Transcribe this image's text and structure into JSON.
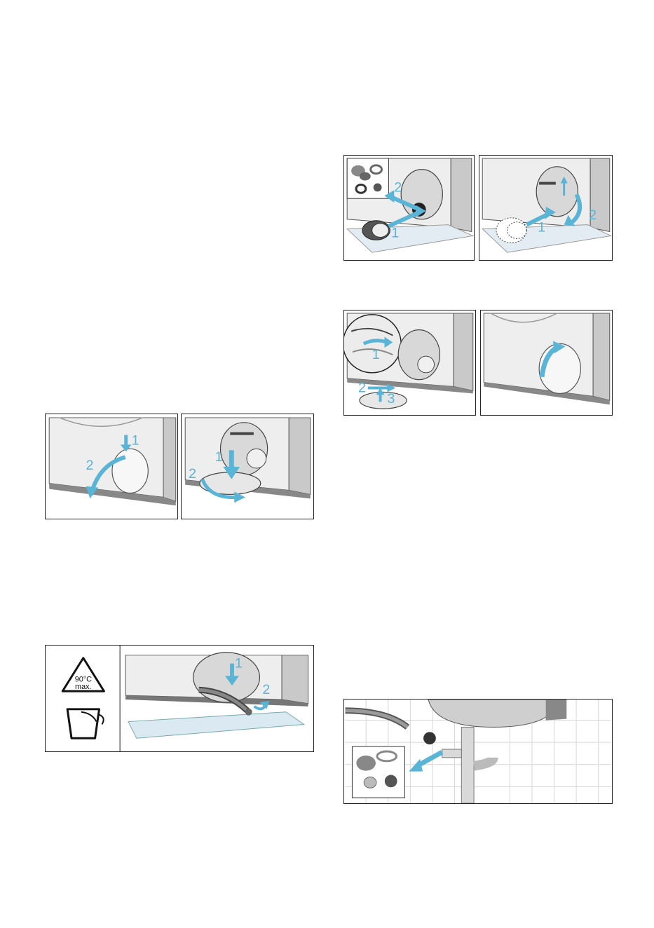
{
  "figures": {
    "drain_step_open": {
      "labels": [
        "1",
        "2"
      ]
    },
    "drain_step_flap": {
      "labels": [
        "1",
        "2"
      ]
    },
    "drain_hose": {
      "symbol_temp": "90°C",
      "symbol_max": "max.",
      "labels": [
        "1",
        "2"
      ]
    },
    "pump_remove": {
      "labels": [
        "1",
        "2"
      ]
    },
    "pump_insert": {
      "labels": [
        "1",
        "2"
      ]
    },
    "flap_close": {
      "labels": [
        "1",
        "2",
        "3"
      ]
    },
    "cover_close": {},
    "siphon": {}
  },
  "colors": {
    "accent": "#5ab4d6",
    "machine": "#f2f2f2",
    "line": "#222222"
  }
}
